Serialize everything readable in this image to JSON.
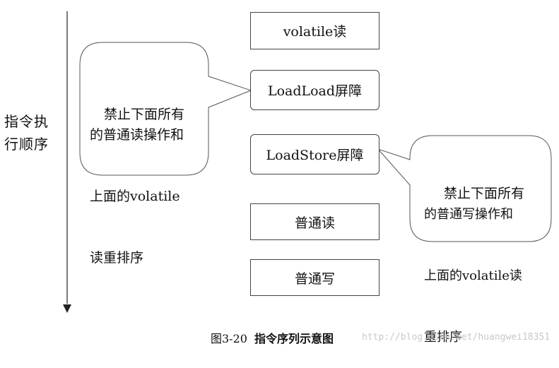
{
  "axis": {
    "label_line1": "指令执",
    "label_line2": "行顺序"
  },
  "boxes": [
    {
      "label": "volatile读"
    },
    {
      "label": "LoadLoad屏障"
    },
    {
      "label": "LoadStore屏障"
    },
    {
      "label": "普通读"
    },
    {
      "label": "普通写"
    }
  ],
  "callouts": {
    "left": {
      "line1": "禁止下面所有",
      "line2": "的普通读操作和",
      "line3": "上面的volatile",
      "line4": "读重排序"
    },
    "right": {
      "line1": "禁止下面所有",
      "line2": "的普通写操作和",
      "line3": "上面的volatile读",
      "line4": "重排序"
    }
  },
  "caption": {
    "figure": "图3-20",
    "title": "指令序列示意图"
  },
  "watermark": "http://blog.csdn.net/huangwei18351"
}
